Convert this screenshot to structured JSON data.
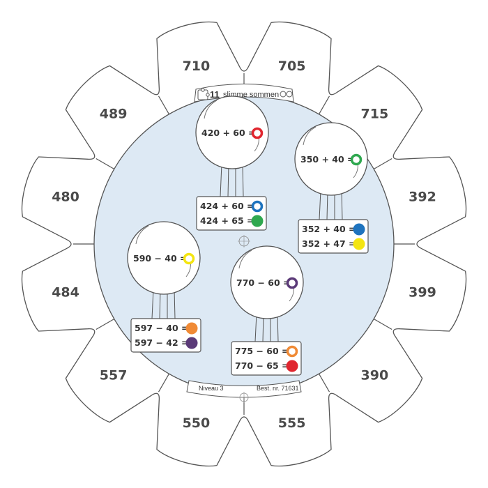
{
  "header": {
    "set_number": "11",
    "title": "slimme sommen",
    "icon": "puzzle-icon"
  },
  "footer": {
    "level": "Niveau 3",
    "order_number": "Best. nr. 71631"
  },
  "answers": [
    "710",
    "705",
    "715",
    "392",
    "399",
    "390",
    "555",
    "550",
    "557",
    "484",
    "480",
    "489"
  ],
  "balloons": [
    {
      "main": {
        "text": "420 + 60 =",
        "marker": "ring",
        "color": "#e0262f"
      },
      "basket": [
        {
          "text": "424 + 60 =",
          "marker": "ring",
          "color": "#1e73be"
        },
        {
          "text": "424 + 65 =",
          "marker": "dot",
          "color": "#2fa84f"
        }
      ]
    },
    {
      "main": {
        "text": "350 + 40 =",
        "marker": "ring",
        "color": "#2fa84f"
      },
      "basket": [
        {
          "text": "352 + 40 =",
          "marker": "dot",
          "color": "#1e73be"
        },
        {
          "text": "352 + 47 =",
          "marker": "dot",
          "color": "#f4e511"
        }
      ]
    },
    {
      "main": {
        "text": "590 − 40 =",
        "marker": "ring",
        "color": "#f4e511"
      },
      "basket": [
        {
          "text": "597 − 40 =",
          "marker": "dot",
          "color": "#f08a35"
        },
        {
          "text": "597 − 42 =",
          "marker": "dot",
          "color": "#5b3a78"
        }
      ]
    },
    {
      "main": {
        "text": "770 − 60 =",
        "marker": "ring",
        "color": "#5b3a78"
      },
      "basket": [
        {
          "text": "775 − 60 =",
          "marker": "ring",
          "color": "#f08a35"
        },
        {
          "text": "770 − 65 =",
          "marker": "dot",
          "color": "#e0262f"
        }
      ]
    }
  ],
  "colors": {
    "disc": "#dde9f4",
    "outline": "#555555"
  }
}
